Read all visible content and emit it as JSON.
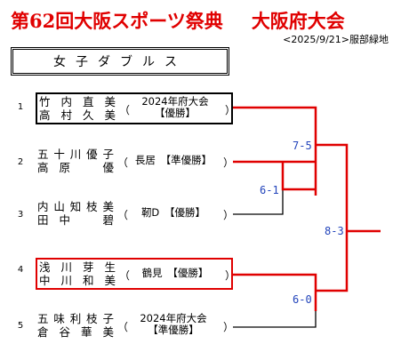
{
  "title": {
    "part1": "第62回大阪スポーツ祭典",
    "part2": "大阪府大会"
  },
  "subtitle": "<2025/9/21>服部緑地",
  "event": "女子ダブルス",
  "colors": {
    "title": "#e00000",
    "winner_line": "#e00000",
    "score": "#2244bb",
    "loser_line": "#000000"
  },
  "entries": [
    {
      "no": "1",
      "player1": "竹内直美",
      "player2": "高村久美",
      "note_line1": "2024年府大会",
      "note_line2": "【優勝】"
    },
    {
      "no": "2",
      "player1": "五十川優子",
      "player2": "高原　優",
      "note_line1": "長居　【準優勝】",
      "note_line2": ""
    },
    {
      "no": "3",
      "player1": "内山知枝美",
      "player2": "田中　碧",
      "note_line1": "靭D　【優勝】",
      "note_line2": ""
    },
    {
      "no": "4",
      "player1": "浅川芽生",
      "player2": "中川和美",
      "note_line1": "鶴見　【優勝】",
      "note_line2": ""
    },
    {
      "no": "5",
      "player1": "五味利枝子",
      "player2": "倉谷華美",
      "note_line1": "2024年府大会",
      "note_line2": "【準優勝】"
    }
  ],
  "scores": {
    "r1": "6-1",
    "sf_top": "7-5",
    "sf_bottom": "6-0",
    "final": "8-3"
  }
}
